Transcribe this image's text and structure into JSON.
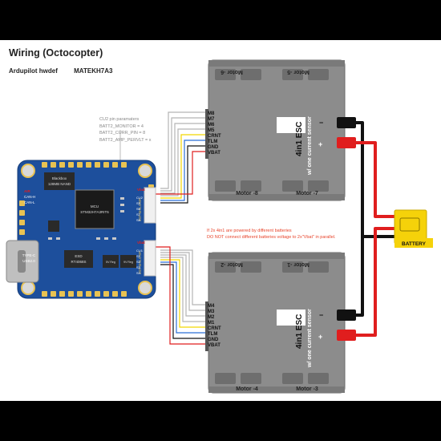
{
  "header": {
    "title": "Wiring (Octocopter)",
    "firmware": "Ardupilot hwdef",
    "board": "MATEKH7A3"
  },
  "cu2_params": {
    "heading": "CU2 pin paramaters",
    "lines": [
      "BATT2_MONITOR = 4",
      "BATT2_CURR_PIN = 8",
      "BATT2_AMP_PERVLT = x"
    ]
  },
  "warning": {
    "line1": "If 2x 4in1 are powered by different batteries",
    "line2": "DO NOT connect different batteries voltage to 2x\"Vbat\" in parallel."
  },
  "fc": {
    "flash_label": [
      "Blackbox",
      "128MB NAND"
    ],
    "mcu_label": [
      "MCU",
      "STM32H7A3RIT6"
    ],
    "esd_label": [
      "ESD",
      "RT4068S"
    ],
    "usb_label": [
      "TYPE-C",
      "USB2.0"
    ],
    "air_label": "AIR",
    "can_h": "CAN-H",
    "can_l": "CAN-L",
    "reg_label": "5V Reg",
    "reg2_label": "9V Reg",
    "conn_top": "JST-SH1.0-8P",
    "conn_bottom": "JST-SH1.0-8P",
    "vbat1": "Vbat",
    "vbat2": "Vbat",
    "pins_top": [
      "CU2",
      "S5",
      "S6",
      "S7",
      "S8"
    ],
    "pins_bottom": [
      "CU1",
      "S1",
      "S2",
      "S3",
      "S4"
    ]
  },
  "esc_top": {
    "motors": [
      "Motor -6",
      "Motor -5",
      "Motor -8",
      "Motor -7"
    ],
    "pins": [
      "M8",
      "M7",
      "M6",
      "M5",
      "CRNT",
      "TLM",
      "GND",
      "VBAT"
    ],
    "label": "4in1 ESC",
    "sublabel": "w/ one current sensor",
    "minus": "−",
    "plus": "+"
  },
  "esc_bottom": {
    "motors": [
      "Motor -2",
      "Motor -1",
      "Motor -4",
      "Motor -3"
    ],
    "pins": [
      "M4",
      "M3",
      "M2",
      "M1",
      "CRNT",
      "TLM",
      "GND",
      "VBAT"
    ],
    "label": "4in1 ESC",
    "sublabel": "w/ one current sensor",
    "minus": "−",
    "plus": "+"
  },
  "battery": {
    "label": "BATTERY"
  },
  "colors": {
    "esc_body": "#8c8c8c",
    "esc_dark": "#737373",
    "board": "#1d4f9c",
    "pad_gold": "#e8c252",
    "wire_red": "#e01e1e",
    "wire_black": "#111111",
    "wire_yellow": "#f2d600",
    "wire_blue": "#2b6fd6",
    "wire_gray": "#b5b5b5",
    "battery_yellow": "#f5d20a"
  }
}
